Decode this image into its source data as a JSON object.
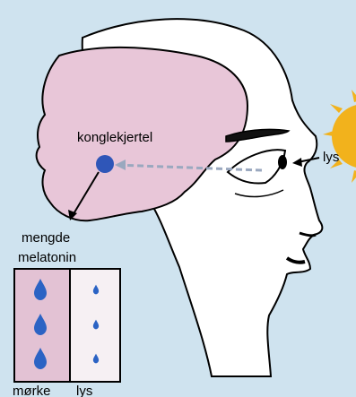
{
  "labels": {
    "pineal": "konglekjertel",
    "light_arrow": "lys",
    "melatonin_line1": "mengde",
    "melatonin_line2": "melatonin",
    "dark_column": "mørke",
    "light_column": "lys"
  },
  "melatonin_panel": {
    "dark_drops": 3,
    "light_drops": 3
  },
  "colors": {
    "background": "#cfe3ef",
    "brain": "#e8c6d8",
    "dark_column_fill": "#e3c2d4",
    "light_column_fill": "#f6f0f3",
    "pineal_dot": "#2f56b8",
    "drop": "#2b63c4",
    "sun": "#f2b21c"
  }
}
